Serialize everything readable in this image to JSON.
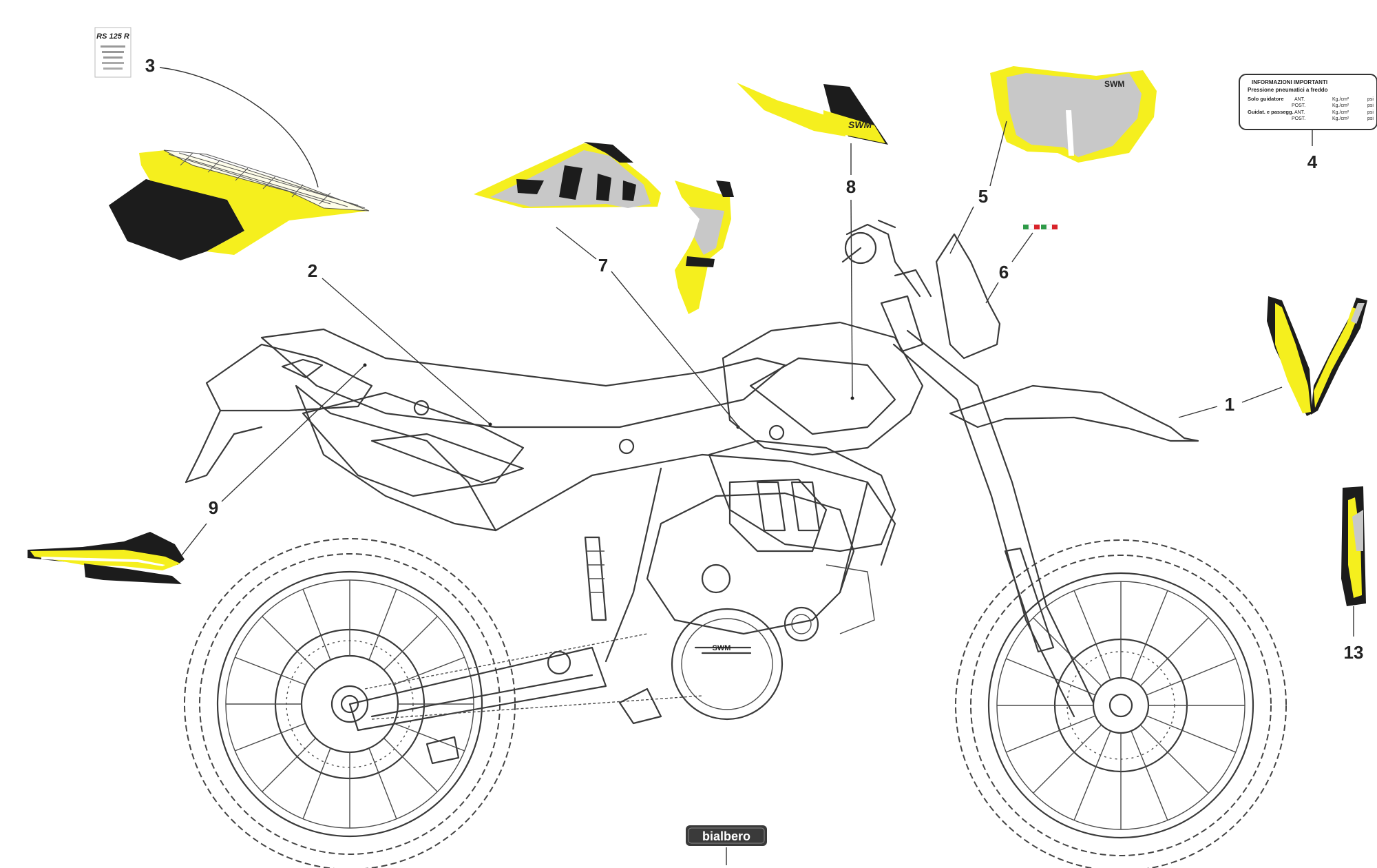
{
  "callouts": {
    "c1": "1",
    "c2": "2",
    "c3": "3",
    "c4": "4",
    "c5": "5",
    "c6": "6",
    "c7": "7",
    "c8": "8",
    "c9": "9",
    "c13": "13"
  },
  "tire_label": {
    "title": "INFORMAZIONI IMPORTANTI",
    "subtitle": "Pressione pneumatici a freddo",
    "row1_label": "Solo guidatore",
    "row2_label": "Guidat. e passegg.",
    "ant": "ANT.",
    "post": "POST.",
    "unit": "Kg./cm²",
    "psi": "psi"
  },
  "brand": {
    "tank_logo": "SWM",
    "fairing_logo": "SWM",
    "engine_logo": "SWM",
    "bialbero": "bialbero",
    "model_badge": "RS 125 R"
  },
  "colors": {
    "yellow": "#f5ef1e",
    "black": "#1c1c1c",
    "grey": "#c8c8c8",
    "line": "#3a3a3a"
  }
}
